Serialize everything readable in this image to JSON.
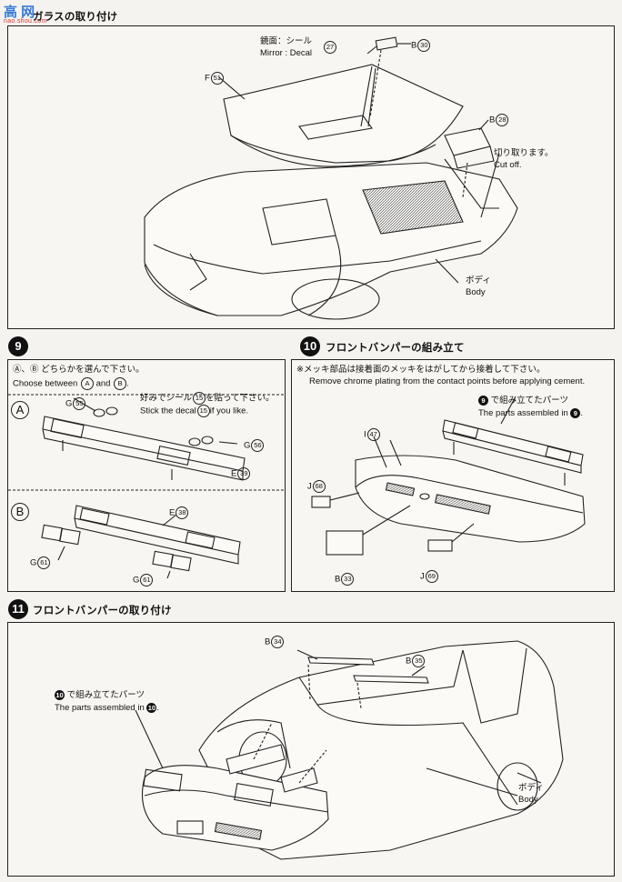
{
  "watermark": {
    "brand": "高 网",
    "url": "nao.shou.com"
  },
  "section_top": {
    "heading": "ガラスの取り付け",
    "labels": {
      "mirror_jp": "鏡面：シール",
      "mirror_en": "Mirror : Decal",
      "mirror_decal_num": "27",
      "part_b30": "B",
      "part_b30_num": "30",
      "part_f51": "F",
      "part_f51_num": "51",
      "part_b28": "B",
      "part_b28_num": "28",
      "cut_jp": "切り取ります。",
      "cut_en": "Cut off.",
      "body_jp": "ボディ",
      "body_en": "Body"
    }
  },
  "step9": {
    "number": "9",
    "instruction_jp": "Ⓐ、Ⓑ どちらかを選んで下さい。",
    "instruction_en_1": "Choose between",
    "instruction_en_a": "A",
    "instruction_en_and": "and",
    "instruction_en_b": "B",
    "option_a": {
      "marker": "A",
      "g55": "G",
      "g55_num": "55",
      "decal_jp": "好みでシール",
      "decal_num": "15",
      "decal_jp_2": "を貼って下さい。",
      "decal_en_1": "Stick the decal",
      "decal_en_2": "if you like.",
      "g56": "G",
      "g56_num": "56",
      "e39": "E",
      "e39_num": "39"
    },
    "option_b": {
      "marker": "B",
      "e38": "E",
      "e38_num": "38",
      "g61a": "G",
      "g61a_num": "61",
      "g61b": "G",
      "g61b_num": "61"
    }
  },
  "step10": {
    "number": "10",
    "heading": "フロントバンパーの組み立て",
    "note_jp": "※メッキ部品は接着面のメッキをはがしてから接着して下さい。",
    "note_en": "Remove chrome plating from the contact points before applying cement.",
    "assembled_num": "9",
    "assembled_jp": "で組み立てたパーツ",
    "assembled_en": "The parts assembled in",
    "assembled_en_num": "9",
    "i47": "I",
    "i47_num": "47",
    "j68": "J",
    "j68_num": "68",
    "b33": "B",
    "b33_num": "33",
    "j69": "J",
    "j69_num": "69"
  },
  "step11": {
    "number": "11",
    "heading": "フロントバンパーの取り付け",
    "b34": "B",
    "b34_num": "34",
    "b35": "B",
    "b35_num": "35",
    "assembled_num": "10",
    "assembled_jp": "で組み立てたパーツ",
    "assembled_en": "The parts assembled in",
    "assembled_en_num": "10",
    "body_jp": "ボディ",
    "body_en": "Body"
  }
}
